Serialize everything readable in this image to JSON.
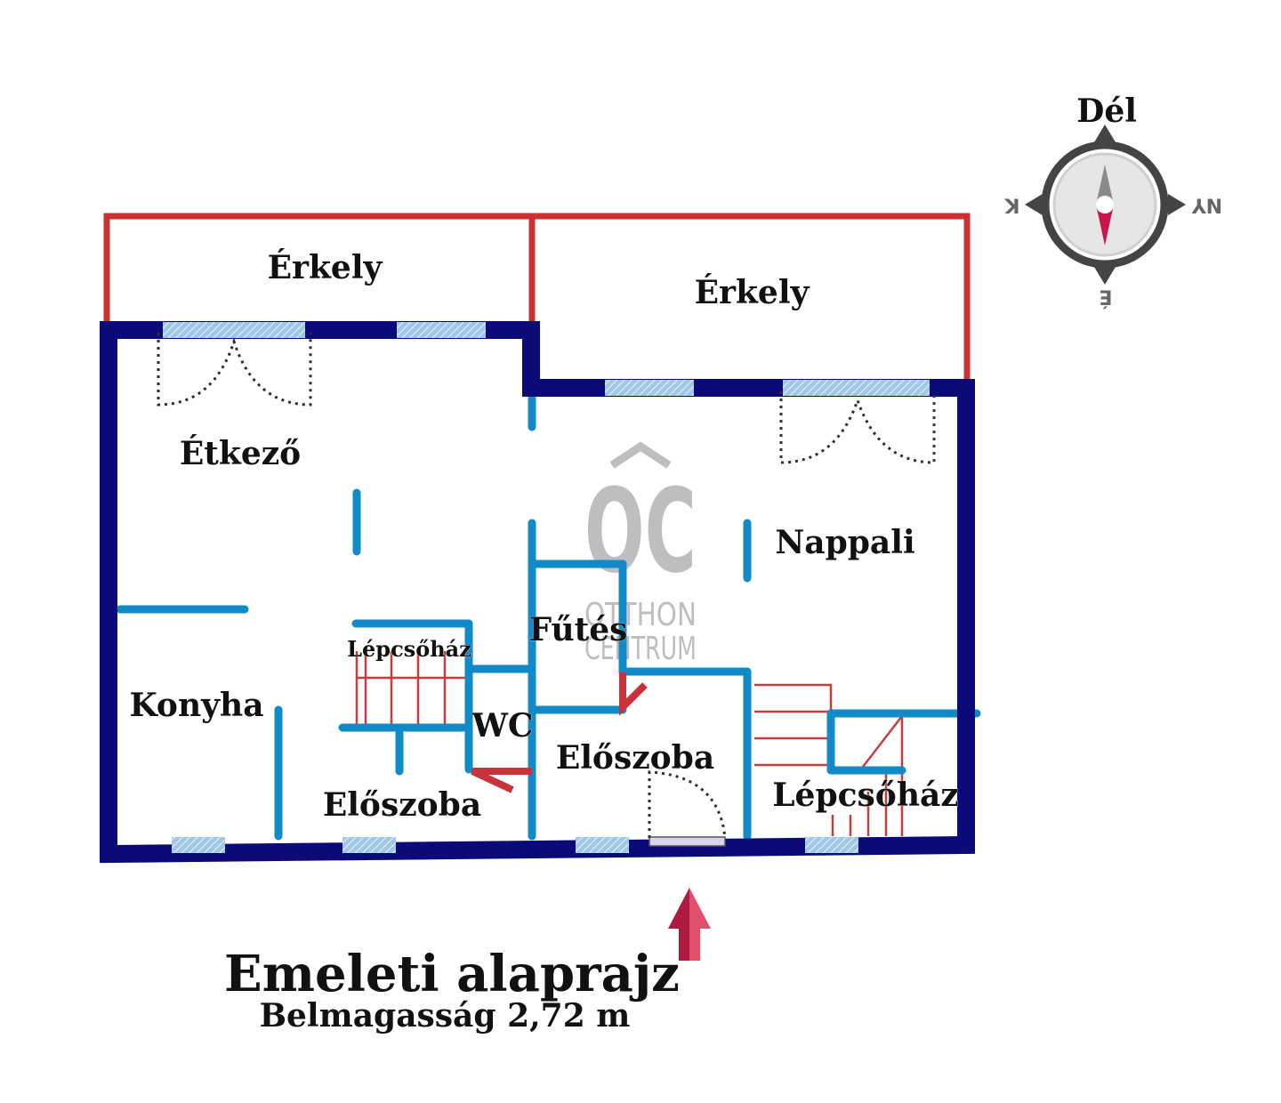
{
  "rooms": {
    "erkely_left": "Érkely",
    "erkely_right": "Érkely",
    "etkezo": "Étkező",
    "nappali": "Nappali",
    "lepcsohaz_left": "Lépcsőház",
    "futes": "Fűtés",
    "konyha": "Konyha",
    "wc": "WC",
    "eloszoba_center": "Előszoba",
    "eloszoba_left": "Előszoba",
    "lepcsohaz_right": "Lépcsőház"
  },
  "title": {
    "main": "Emeleti alaprajz",
    "sub": "Belmagasság 2,72 m"
  },
  "compass": {
    "top": "Dél",
    "left": "K",
    "right": "NY",
    "bottom": "É"
  },
  "watermark": {
    "mark": "OC",
    "line1": "OTTHON",
    "line2": "CENTRUM"
  },
  "colors": {
    "outer_wall": "#0a0a78",
    "inner_wall": "#118ac8",
    "balcony": "#c83232",
    "window": "#9fc7e6",
    "stairs": "#c83c3c",
    "entrance_arrow": "#d03a5a"
  },
  "icons": {
    "compass": "compass-icon",
    "entrance": "entrance-arrow-icon",
    "logo": "otthon-centrum-logo"
  }
}
